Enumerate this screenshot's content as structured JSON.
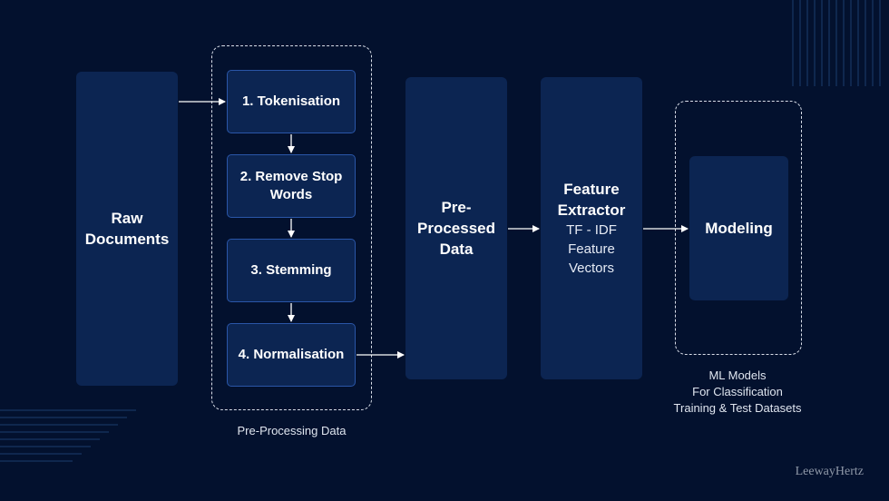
{
  "raw_documents": {
    "label_line1": "Raw",
    "label_line2": "Documents"
  },
  "preprocessing": {
    "caption": "Pre-Processing Data",
    "steps": [
      {
        "label_line1": "1. Tokenisation",
        "label_line2": ""
      },
      {
        "label_line1": "2. Remove Stop",
        "label_line2": "Words"
      },
      {
        "label_line1": "3. Stemming",
        "label_line2": ""
      },
      {
        "label_line1": "4. Normalisation",
        "label_line2": ""
      }
    ]
  },
  "preprocessed_data": {
    "line1": "Pre-",
    "line2": "Processed",
    "line3": "Data"
  },
  "feature_extractor": {
    "title_line1": "Feature",
    "title_line2": "Extractor",
    "sub_line1": "TF - IDF",
    "sub_line2": "Feature",
    "sub_line3": "Vectors"
  },
  "modeling": {
    "label": "Modeling",
    "caption_line1": "ML Models",
    "caption_line2": "For Classification",
    "caption_line3": "Training & Test Datasets"
  },
  "brand": "LeewayHertz",
  "colors": {
    "background": "#03112e",
    "box": "#0c2552",
    "box_border": "#2a56a8",
    "arrow": "#ffffff"
  }
}
